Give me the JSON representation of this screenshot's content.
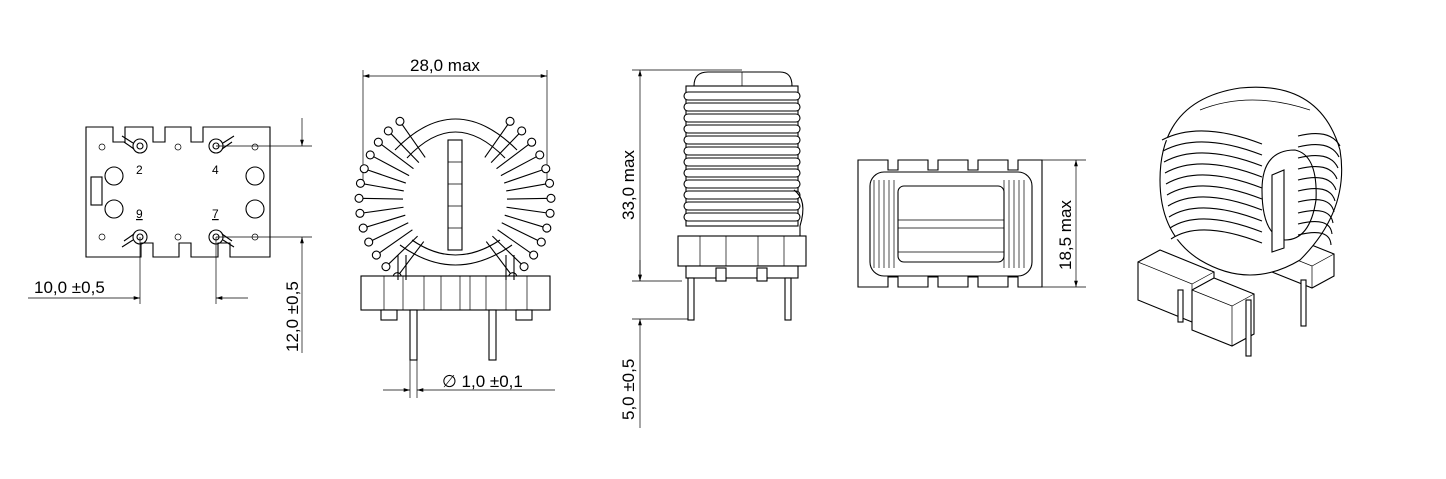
{
  "dimensions": {
    "pin_spacing": "10,0 ±0,5",
    "row_spacing": "12,0 ±0,5",
    "width": "28,0  max",
    "pin_diameter": "∅  1,0 ±0,1",
    "height": "33,0  max",
    "pin_length": "5,0 ±0,5",
    "depth": "18,5  max"
  },
  "pins": {
    "p2": "2",
    "p4": "4",
    "p9": "9",
    "p7": "7"
  },
  "colors": {
    "line": "#000000",
    "background": "#ffffff"
  }
}
